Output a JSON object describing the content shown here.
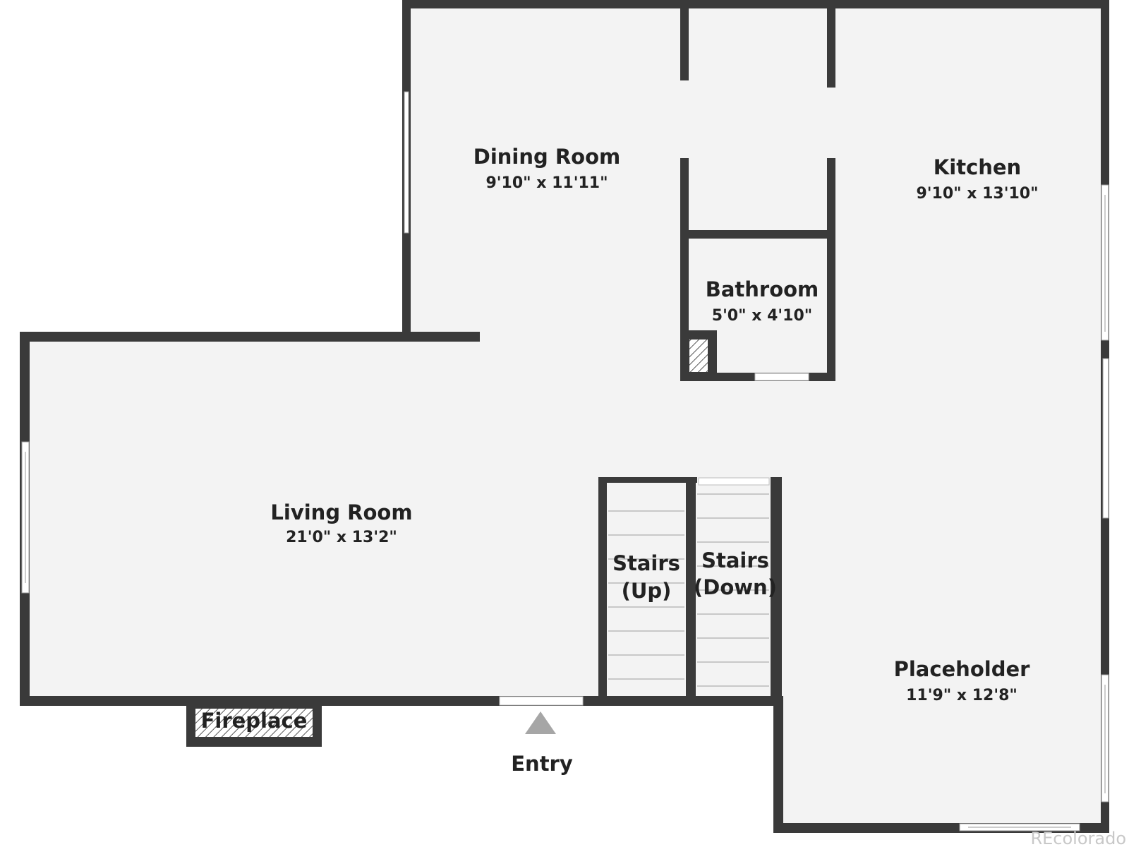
{
  "rooms": {
    "dining_room": {
      "name": "Dining Room",
      "dimensions": "9'10\" x 11'11\""
    },
    "kitchen": {
      "name": "Kitchen",
      "dimensions": "9'10\" x 13'10\""
    },
    "bathroom": {
      "name": "Bathroom",
      "dimensions": "5'0\" x 4'10\""
    },
    "living_room": {
      "name": "Living Room",
      "dimensions": "21'0\" x 13'2\""
    },
    "placeholder": {
      "name": "Placeholder",
      "dimensions": "11'9\" x 12'8\""
    }
  },
  "stairs_up": {
    "line1": "Stairs",
    "line2": "(Up)"
  },
  "stairs_down": {
    "line1": "Stairs",
    "line2": "(Down)"
  },
  "fireplace": {
    "label": "Fireplace"
  },
  "entry": {
    "label": "Entry"
  },
  "watermark": {
    "text": "REcolorado"
  },
  "colors": {
    "wall": "#3a3a3a",
    "floor": "#f3f3f3",
    "entry_marker": "#a6a6a6"
  }
}
